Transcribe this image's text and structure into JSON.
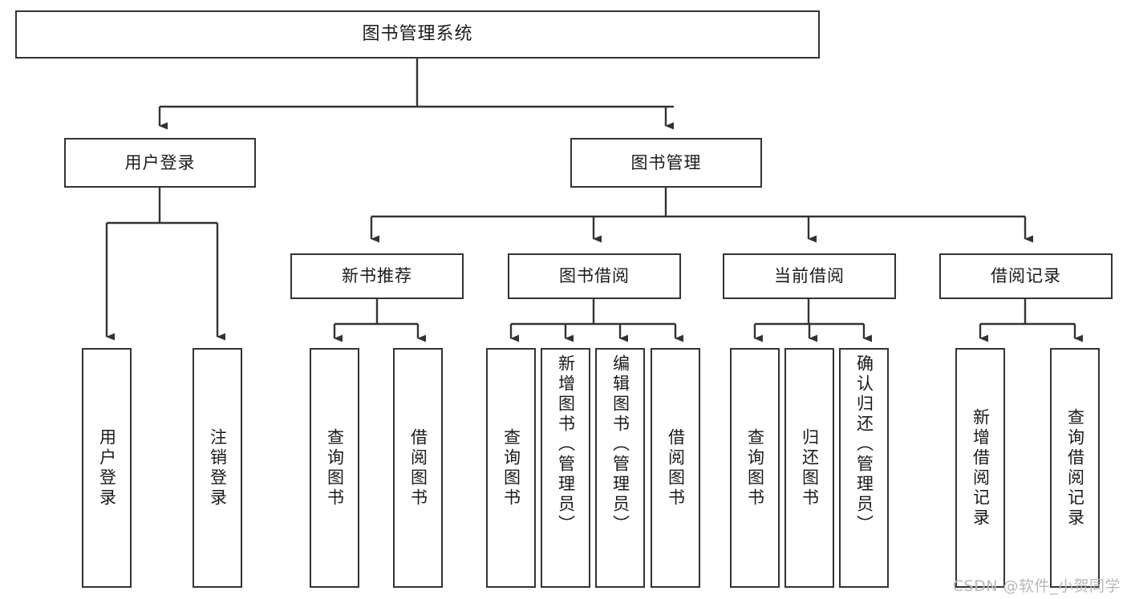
{
  "diagram": {
    "type": "tree",
    "title": "图书管理系统",
    "root": {
      "label": "图书管理系统"
    },
    "level2": [
      {
        "label": "用户登录"
      },
      {
        "label": "图书管理"
      }
    ],
    "level3": [
      {
        "label": "新书推荐"
      },
      {
        "label": "图书借阅"
      },
      {
        "label": "当前借阅"
      },
      {
        "label": "借阅记录"
      }
    ],
    "leaves": {
      "user_login": [
        {
          "label": "用户登录"
        },
        {
          "label": "注销登录"
        }
      ],
      "new_book_recommend": [
        {
          "label": "查询图书"
        },
        {
          "label": "借阅图书"
        }
      ],
      "book_borrow": [
        {
          "label": "查询图书"
        },
        {
          "label": "新增图书（管理员）"
        },
        {
          "label": "编辑图书（管理员）"
        },
        {
          "label": "借阅图书"
        }
      ],
      "current_borrow": [
        {
          "label": "查询图书"
        },
        {
          "label": "归还图书"
        },
        {
          "label": "确认归还（管理员）"
        }
      ],
      "borrow_record": [
        {
          "label": "新增借阅记录"
        },
        {
          "label": "查询借阅记录"
        }
      ]
    },
    "colors": {
      "border": "#333333",
      "background": "#ffffff",
      "text": "#1a1a1a",
      "watermark": "#b9b9b9"
    }
  },
  "watermark": {
    "text": "CSDN @软件_小贺同学"
  }
}
